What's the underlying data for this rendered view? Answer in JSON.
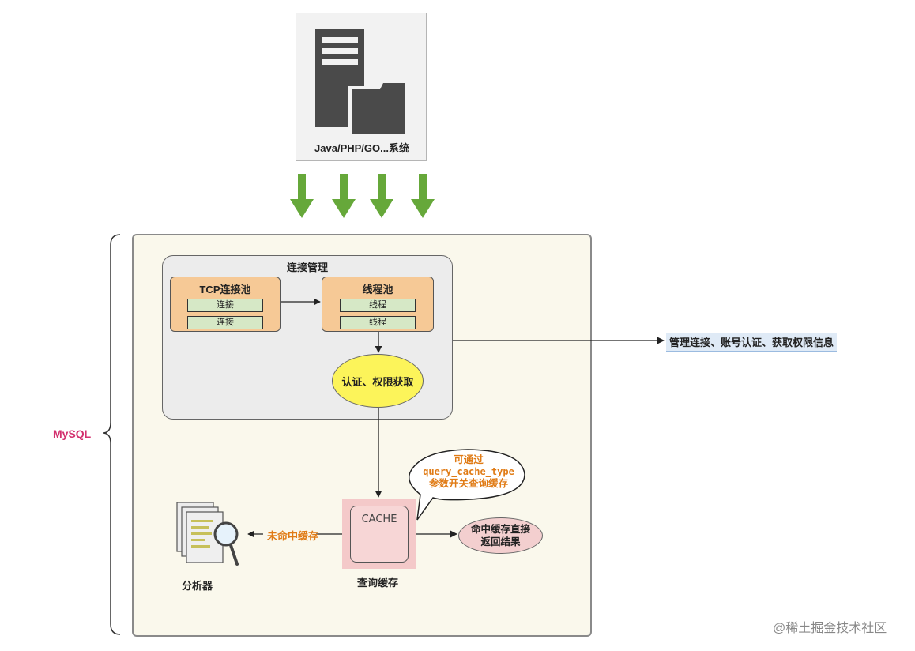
{
  "client": {
    "label": "Java/PHP/GO...系统",
    "icon": "server-folder-icon"
  },
  "mysql": {
    "label": "MySQL"
  },
  "connection_mgmt": {
    "title": "连接管理",
    "tcp_pool": {
      "title": "TCP连接池",
      "slots": [
        "连接",
        "连接"
      ]
    },
    "thread_pool": {
      "title": "线程池",
      "slots": [
        "线程",
        "线程"
      ]
    },
    "auth": "认证、权限获取",
    "side_note": "管理连接、账号认证、获取权限信息"
  },
  "query_cache": {
    "box_text": "CACHE",
    "label": "查询缓存",
    "bubble": {
      "line1": "可通过",
      "line2": "query_cache_type",
      "line3": "参数开关查询缓存"
    },
    "hit": {
      "line1": "命中缓存直接",
      "line2": "返回结果"
    },
    "miss": "未命中缓存"
  },
  "parser": {
    "label": "分析器",
    "icon": "document-magnifier-icon"
  },
  "watermark": "@稀土掘金技术社区",
  "colors": {
    "arrow_green": "#66a83a",
    "orange_text": "#e07b15",
    "mysql_label": "#d3306e",
    "pool_fill": "#f6c996",
    "slot_fill": "#d6e8c6",
    "auth_fill": "#fcf45a",
    "cache_fill": "#f4c9c9"
  }
}
